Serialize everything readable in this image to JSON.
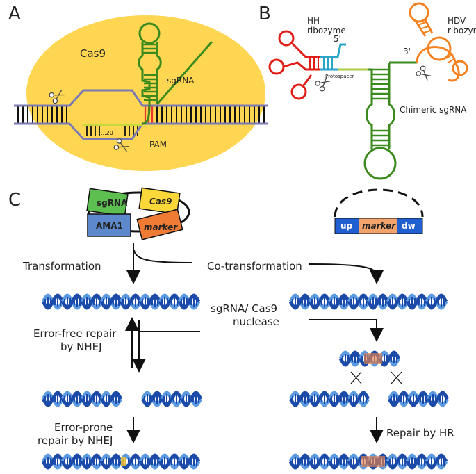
{
  "panels": {
    "a": {
      "letter": "A",
      "cas9": "Cas9",
      "sgrna": "sgRNA",
      "pam": "PAM",
      "n20": "...20"
    },
    "b": {
      "letter": "B",
      "hh_line1": "HH",
      "hh_line2": "ribozyme",
      "hdv_line1": "HDV",
      "hdv_line2": "ribozyme",
      "five_prime": "5'",
      "three_prime": "3'",
      "protospacer": "Protospacer",
      "chimeric": "Chimeric sgRNA"
    },
    "c": {
      "letter": "C",
      "plasmid": {
        "sgrna": "sgRNA",
        "cas9": "Cas9",
        "ama1": "AMA1",
        "marker": "marker"
      },
      "donor": {
        "up": "up",
        "marker": "marker",
        "dw": "dw"
      },
      "transformation": "Transformation",
      "cotransformation": "Co-transformation",
      "nuclease_line1": "sgRNA/ Cas9",
      "nuclease_line2": "nuclease",
      "errorfree_line1": "Error-free repair",
      "errorfree_line2": "by NHEJ",
      "errorprone_line1": "Error-prone",
      "errorprone_line2": "repair by NHEJ",
      "hr": "Repair by HR"
    }
  },
  "colors": {
    "cas9_body": "#fed651",
    "sgrna_green": "#3a8a1e",
    "dna_backbone": "#7b79b3",
    "pam_red": "#e8362c",
    "hh_red": "#e11d18",
    "hdv_orange": "#f58220",
    "teal": "#2aa5c8",
    "protospacer_green": "#aace3f",
    "dna_blue": "#1c4aa8",
    "dna_light": "#5b9ae0",
    "edit_orange": "#e8804a",
    "edit_yellow": "#f1c232",
    "plasmid_sgrna": "#5cbf4f",
    "plasmid_cas9": "#fbd73a",
    "plasmid_ama1": "#5d89cc",
    "plasmid_marker": "#f07b35",
    "donor_blue": "#1f5fd0",
    "donor_marker": "#f2a26b"
  },
  "icons": [
    "scissors-icon",
    "cross-icon"
  ]
}
